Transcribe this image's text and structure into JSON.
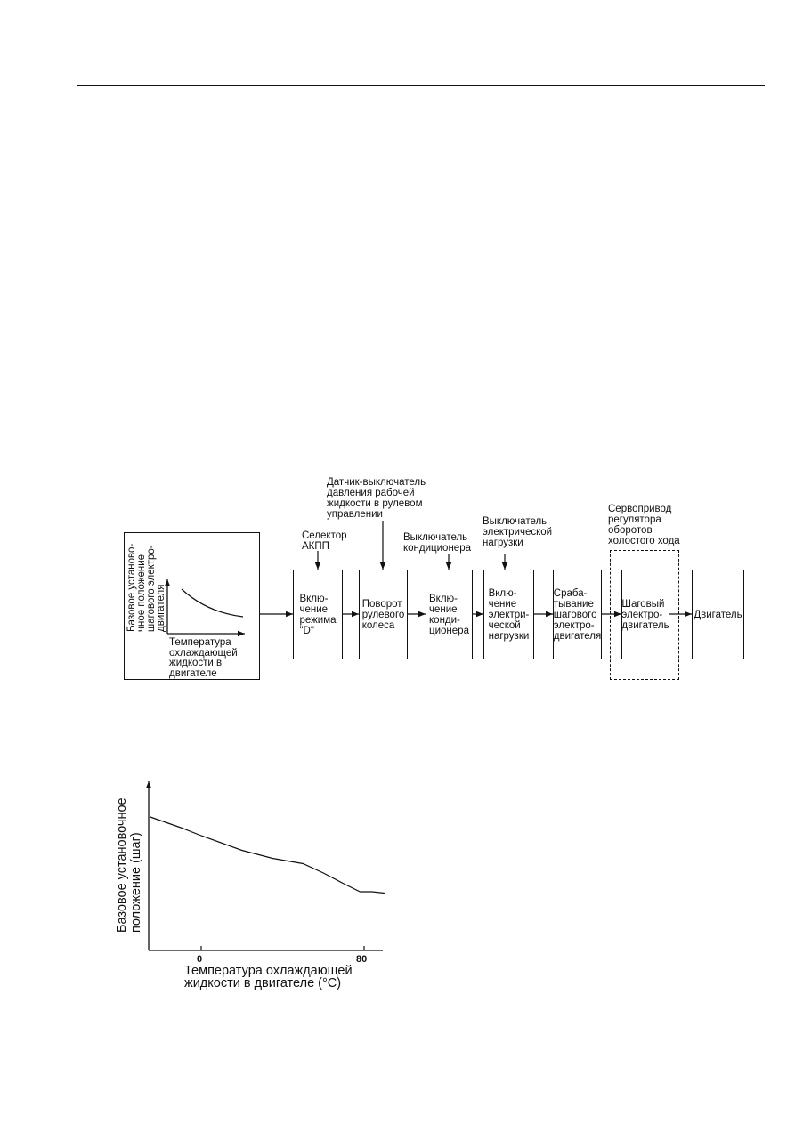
{
  "diagram": {
    "inset": {
      "ylabel": "Базовое установо-\nчное положение\nшагового электро-\nдвигателя",
      "xlabel": "Температура\nохлаждающей\nжидкости в\nдвигателе"
    },
    "blocks": {
      "mode_d": "Вклю-\nчение\nрежима\n\"D\"",
      "steering": "Поворот\nрулевого\nколеса",
      "ac": "Вклю-\nчение\nконди-\nционера",
      "el_load": "Вклю-\nчение\nэлектри-\nческой\nнагрузки",
      "stepper_trigger": "Сраба-\nтывание\nшагового\nэлектро-\nдвигателя",
      "stepper_motor": "Шаговый\nэлектро-\nдвигатель",
      "engine": "Двигатель"
    },
    "inputs": {
      "selector": "Селектор\nАКПП",
      "ps_switch": "Датчик-выключатель\nдавления рабочей\nжидкости в рулевом\nуправлении",
      "ac_switch": "Выключатель\nкондиционера",
      "load_switch": "Выключатель\nэлектрической\nнагрузки",
      "servo": "Сервопривод\nрегулятора\nоборотов\nхолостого хода"
    }
  },
  "chart_data": {
    "type": "line",
    "ylabel": "Базовое установочное\nположение (шаг)",
    "xlabel": "Температура охлаждающей\nжидкости в двигателе (°C)",
    "xticks": [
      "0",
      "80"
    ],
    "series": [
      {
        "x": [
          -25,
          -10,
          0,
          20,
          35,
          50,
          60,
          70,
          78,
          84,
          90
        ],
        "y": [
          100,
          92,
          86,
          75,
          69,
          65,
          58,
          50,
          44,
          44,
          43
        ]
      }
    ]
  }
}
